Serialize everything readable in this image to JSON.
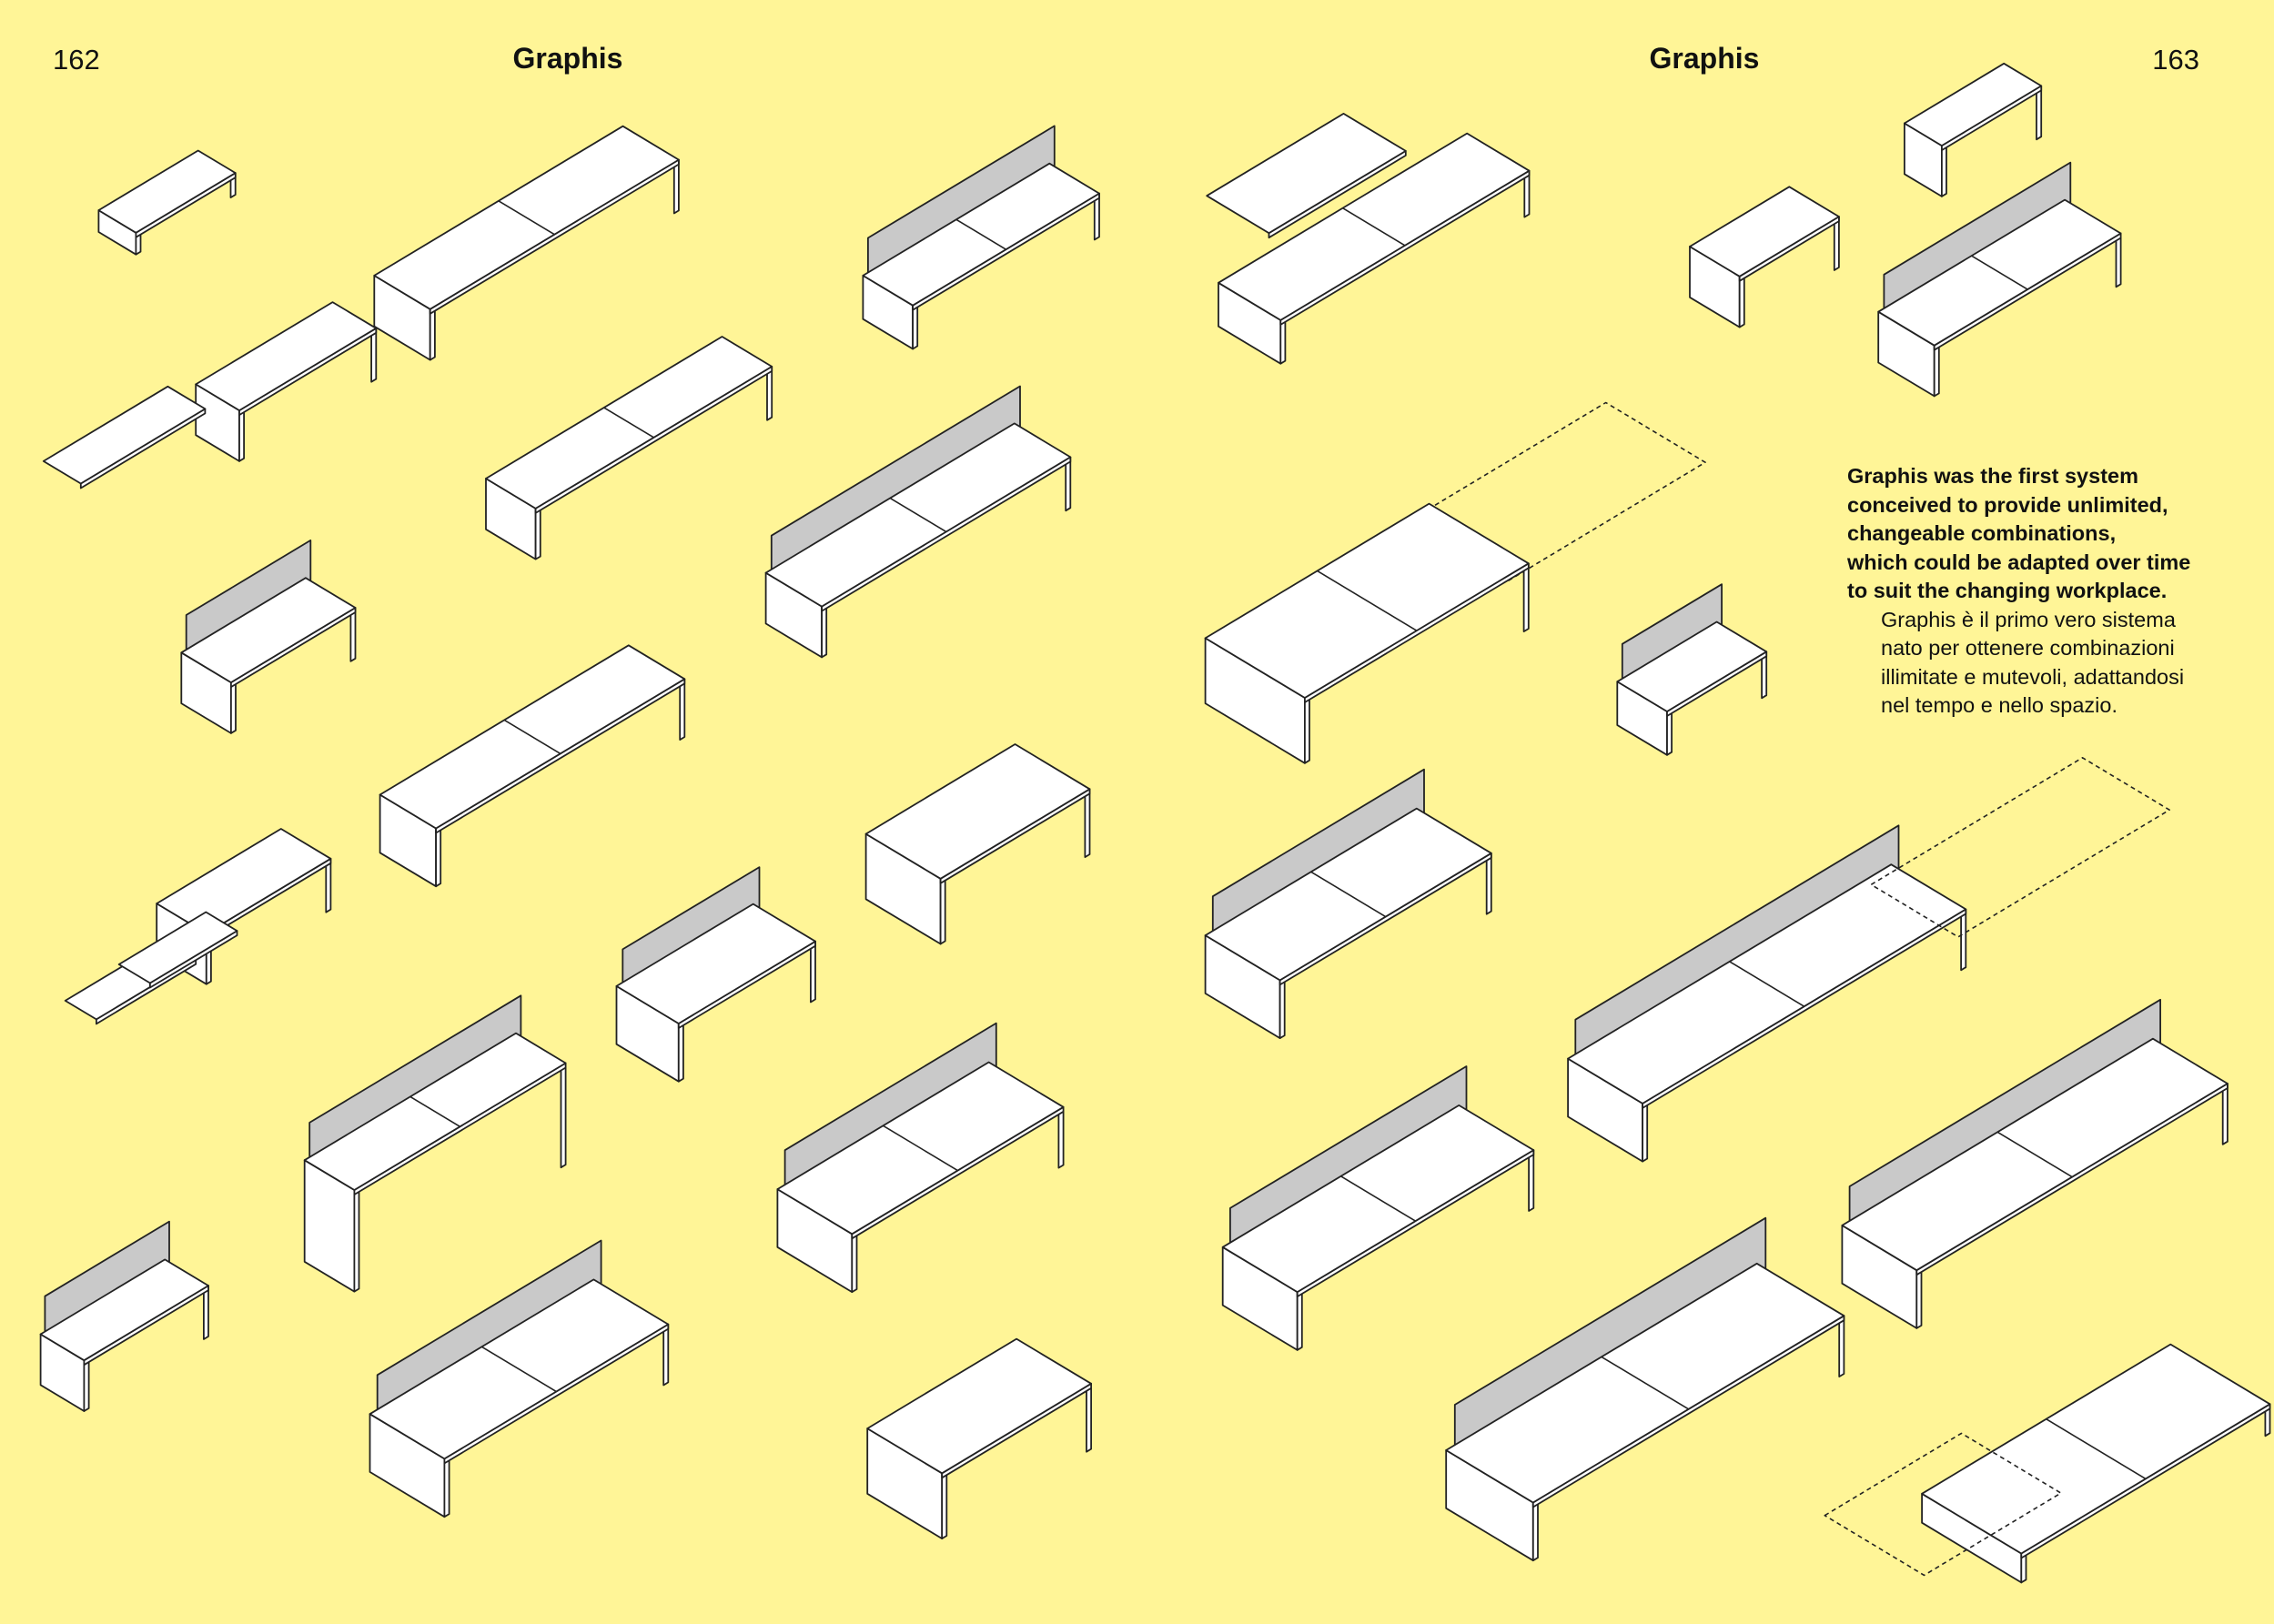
{
  "left_page": {
    "page_number": "162",
    "title": "Graphis"
  },
  "right_page": {
    "page_number": "163",
    "title": "Graphis"
  },
  "caption": {
    "english_lines": [
      "Graphis was the first system",
      "conceived to provide unlimited,",
      "changeable combinations,",
      "which could be adapted over time",
      "to suit the changing workplace."
    ],
    "italian_lines": [
      "Graphis è il primo vero sistema",
      "nato per ottenere combinazioni",
      "illimitate e mutevoli, adattandosi",
      "nel tempo e nello spazio."
    ]
  },
  "colors": {
    "background": "#FFF597",
    "desk": "#FFFFFF",
    "panel": "#C9C9C9",
    "line": "#222222"
  }
}
